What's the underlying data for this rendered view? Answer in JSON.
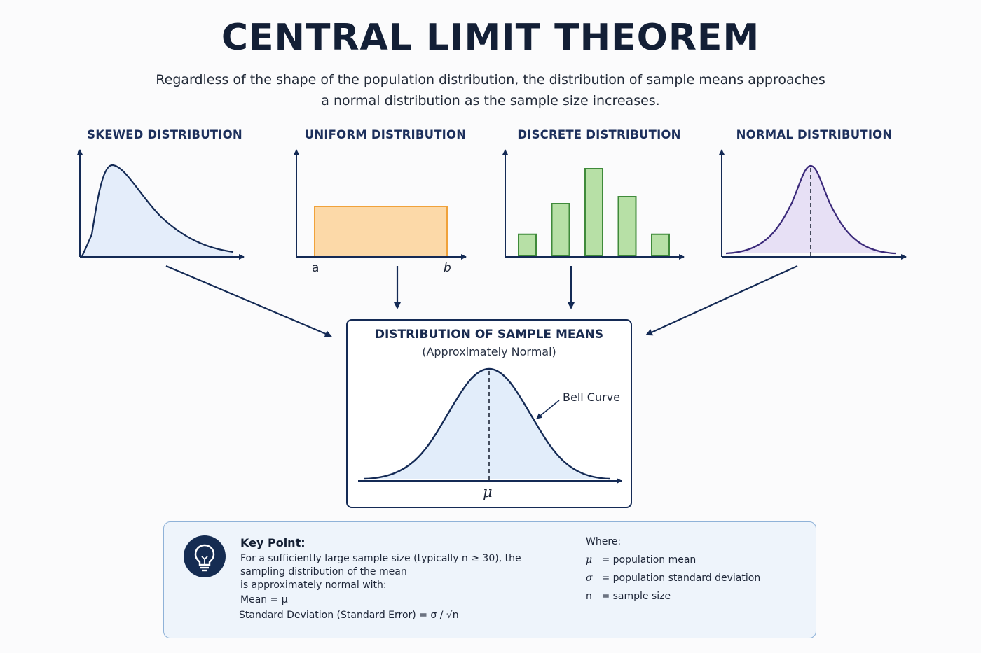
{
  "title": "CENTRAL LIMIT THEOREM",
  "subtitle_line1": "Regardless of the shape of the population distribution, the distribution of sample means approaches",
  "subtitle_line2": "a normal distribution as the sample size increases.",
  "distributions": [
    {
      "label": "SKEWED DISTRIBUTION"
    },
    {
      "label": "UNIFORM DISTRIBUTION",
      "axis_start": "a",
      "axis_end": "b"
    },
    {
      "label": "DISCRETE DISTRIBUTION",
      "bar_values": [
        0.25,
        0.6,
        1.0,
        0.68,
        0.25
      ]
    },
    {
      "label": "NORMAL DISTRIBUTION"
    }
  ],
  "sample_means": {
    "title": "DISTRIBUTION OF SAMPLE MEANS",
    "subtitle": "(Approximately Normal)",
    "curve_label": "Bell Curve",
    "axis_symbol": "μ"
  },
  "key_point": {
    "title": "Key Point:",
    "line1": "For a sufficiently large sample size (typically n ≥ 30), the",
    "line2": "sampling distribution of the mean",
    "line3": "is approximately normal with:",
    "mean": "Mean = μ",
    "sd": "Standard Deviation (Standard Error) = σ / √n"
  },
  "where": {
    "heading": "Where:",
    "items": [
      {
        "symbol": "μ",
        "text": "= population mean"
      },
      {
        "symbol": "σ",
        "text": "= population standard deviation"
      },
      {
        "symbol": "n",
        "text": "= sample size"
      }
    ]
  },
  "colors": {
    "navy": "#142a55",
    "skewed_fill": "#e4edfa",
    "uniform_fill": "#fcd9a8",
    "uniform_stroke": "#f0a23b",
    "discrete_fill": "#b7e0a6",
    "discrete_stroke": "#3f8a3a",
    "normal_fill": "#e7e0f5",
    "normal_stroke": "#3b2a7a",
    "bell_fill": "#e2edfa"
  },
  "icons": [
    "lightbulb-icon"
  ]
}
